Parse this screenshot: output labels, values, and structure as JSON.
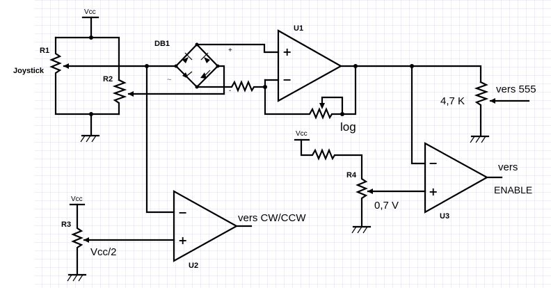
{
  "diagram": {
    "type": "circuit-schematic",
    "background": "#ffffff",
    "grid_color": "#dcdce8",
    "labels": {
      "vcc_top": "Vcc",
      "r1": "R1",
      "joystick": "Joystick",
      "r2": "R2",
      "db1": "DB1",
      "u1": "U1",
      "plus_small": "+",
      "minus_small": "-",
      "ac_symbol": "~",
      "log": "log",
      "res_47k": "4,7 K",
      "vers_555": "vers 555",
      "vcc_r4": "Vcc",
      "r4": "R4",
      "v07": "0,7 V",
      "u3": "U3",
      "vers": "vers",
      "enable": "ENABLE",
      "vcc_r3": "Vcc",
      "r3": "R3",
      "vcc_half": "Vcc/2",
      "u2": "U2",
      "vers_cwccw": "vers CW/CCW",
      "op_plus": "+",
      "op_minus": "−"
    }
  }
}
